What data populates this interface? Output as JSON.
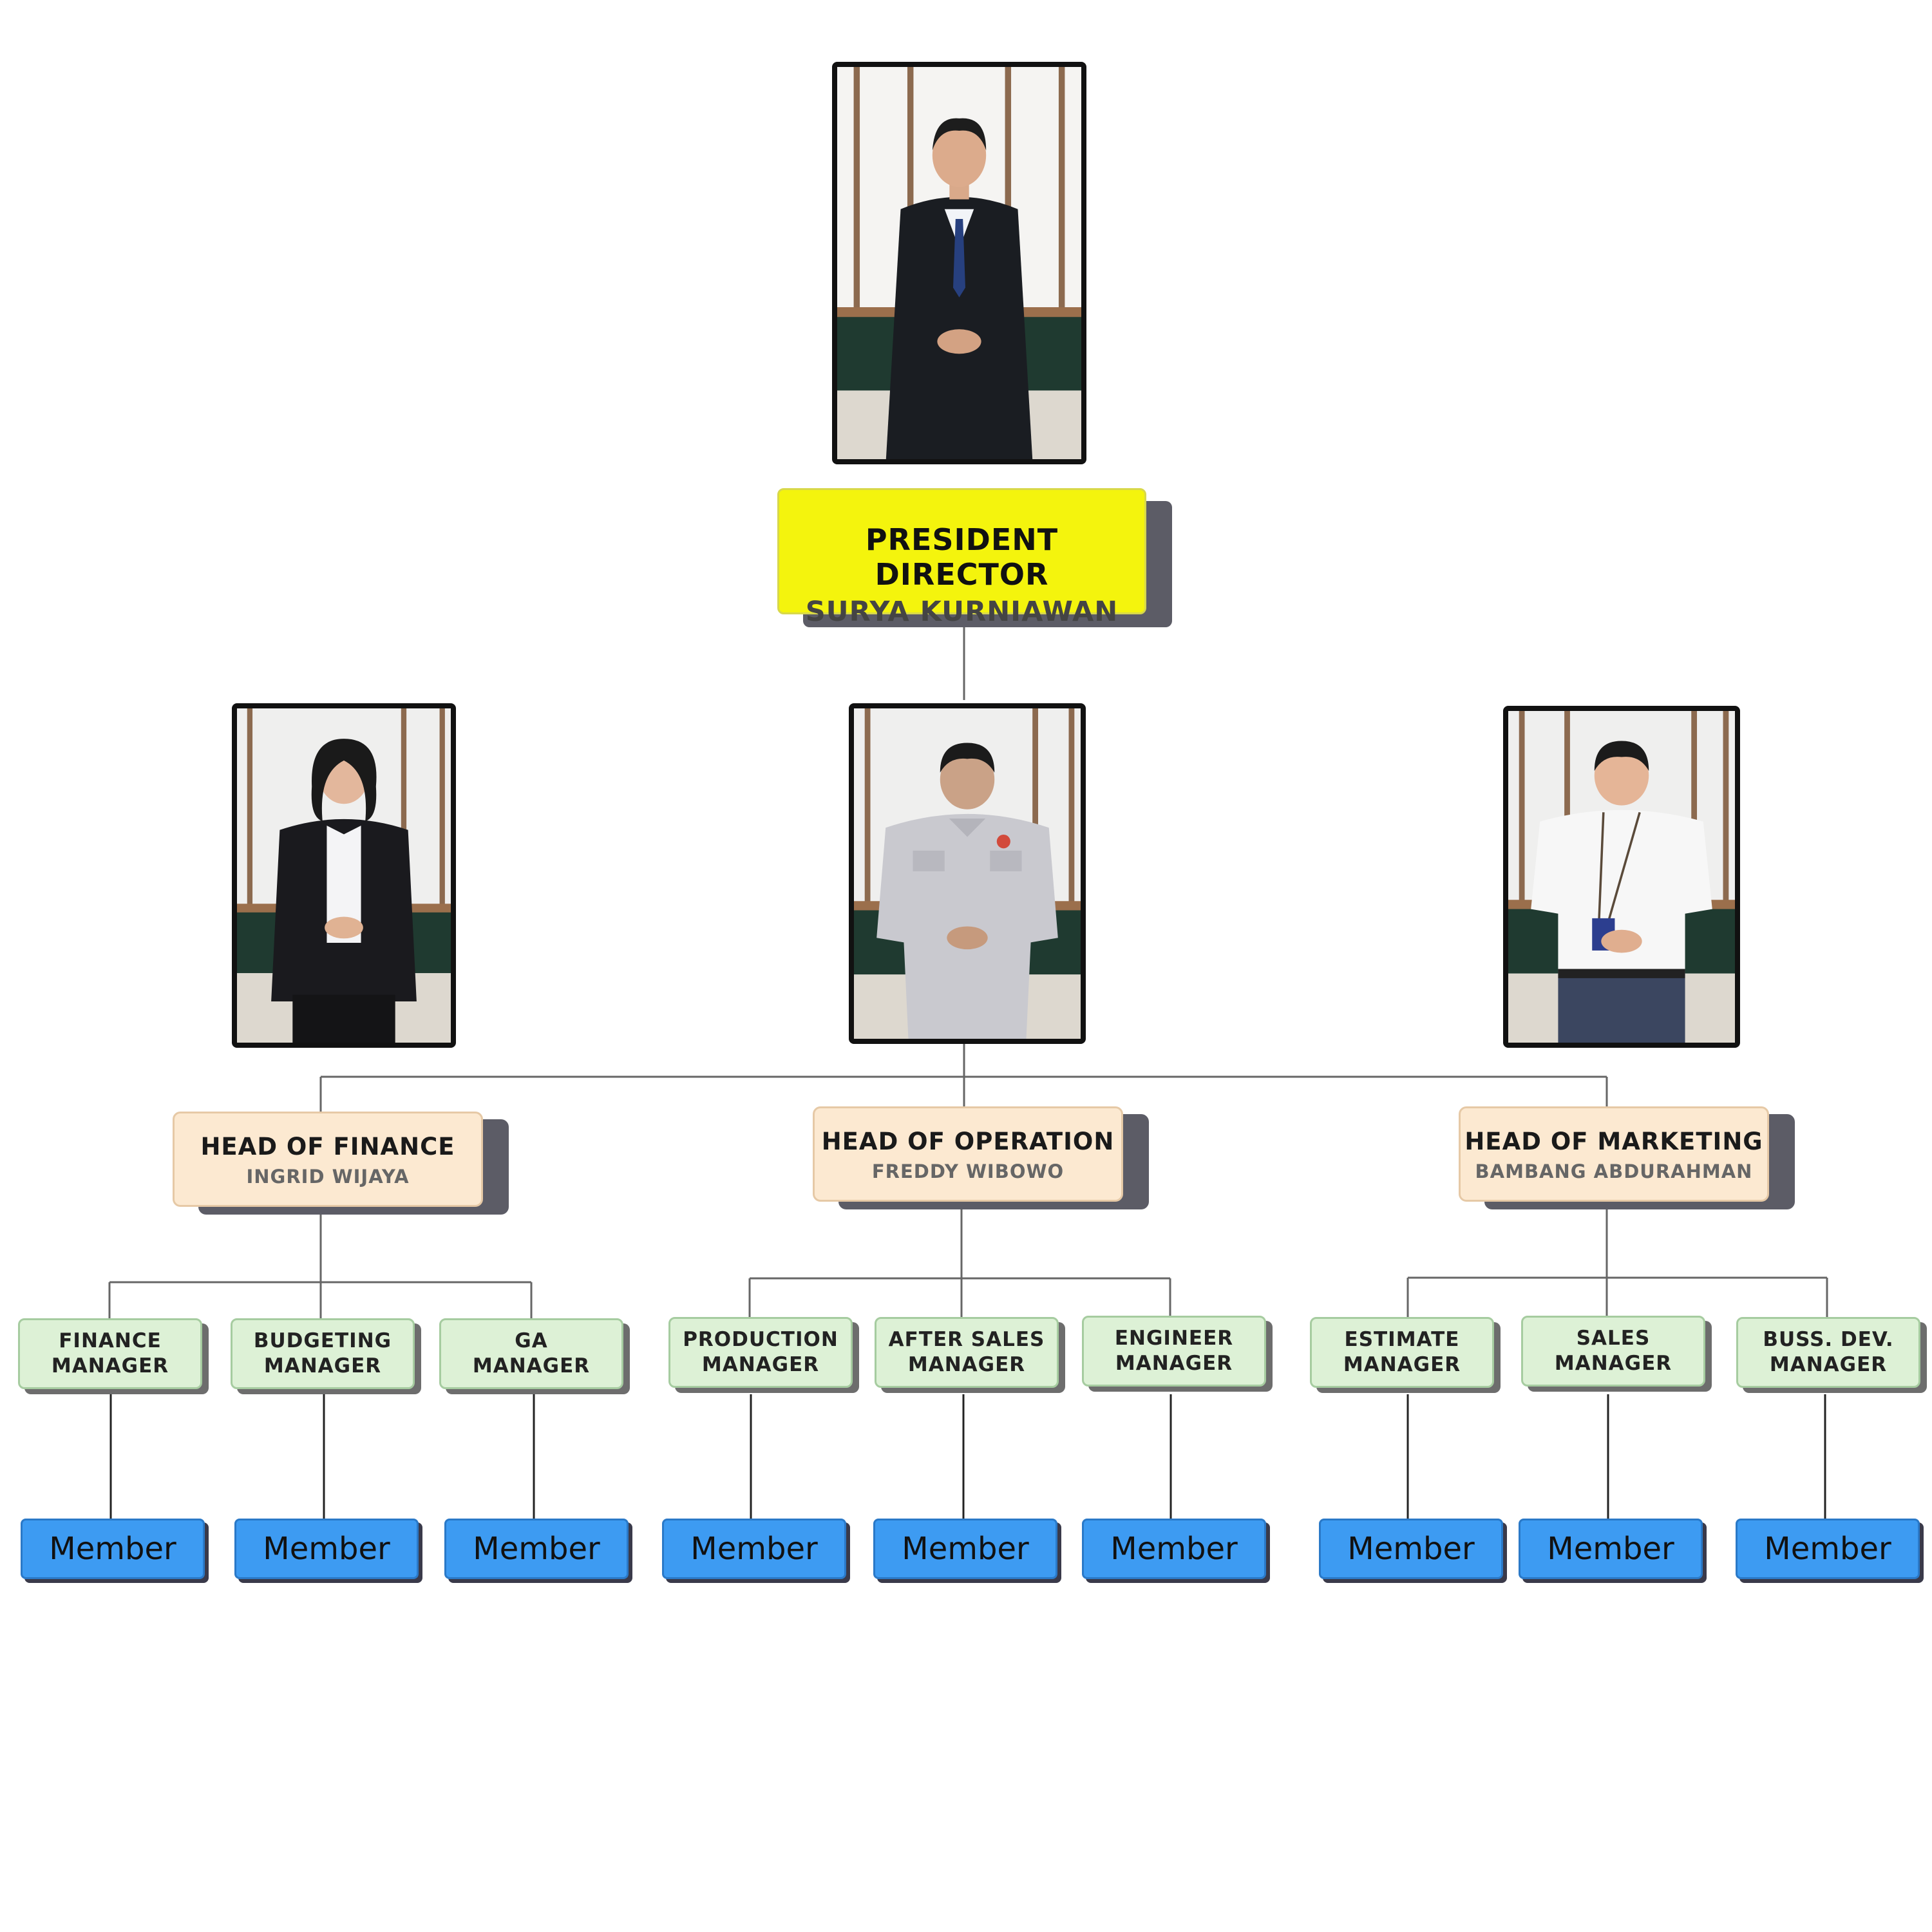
{
  "president": {
    "title": "PRESIDENT DIRECTOR",
    "name": "SURYA KURNIAWAN"
  },
  "heads": [
    {
      "title": "HEAD OF FINANCE",
      "name": "INGRID WIJAYA"
    },
    {
      "title": "HEAD OF OPERATION",
      "name": "FREDDY WIBOWO"
    },
    {
      "title": "HEAD OF MARKETING",
      "name": "BAMBANG ABDURAHMAN"
    }
  ],
  "managers": [
    {
      "line1": "FINANCE",
      "line2": "MANAGER"
    },
    {
      "line1": "BUDGETING",
      "line2": "MANAGER"
    },
    {
      "line1": "GA",
      "line2": "MANAGER"
    },
    {
      "line1": "PRODUCTION",
      "line2": "MANAGER"
    },
    {
      "line1": "AFTER SALES",
      "line2": "MANAGER"
    },
    {
      "line1": "ENGINEER",
      "line2": "MANAGER"
    },
    {
      "line1": "ESTIMATE",
      "line2": "MANAGER"
    },
    {
      "line1": "SALES",
      "line2": "MANAGER"
    },
    {
      "line1": "BUSS. DEV.",
      "line2": "MANAGER"
    }
  ],
  "members": [
    "Member",
    "Member",
    "Member",
    "Member",
    "Member",
    "Member",
    "Member",
    "Member",
    "Member"
  ],
  "colors": {
    "president_box": "#f4f40d",
    "head_box": "#fce9d1",
    "manager_box": "#ddf1d6",
    "member_box": "#3d9bf2"
  }
}
